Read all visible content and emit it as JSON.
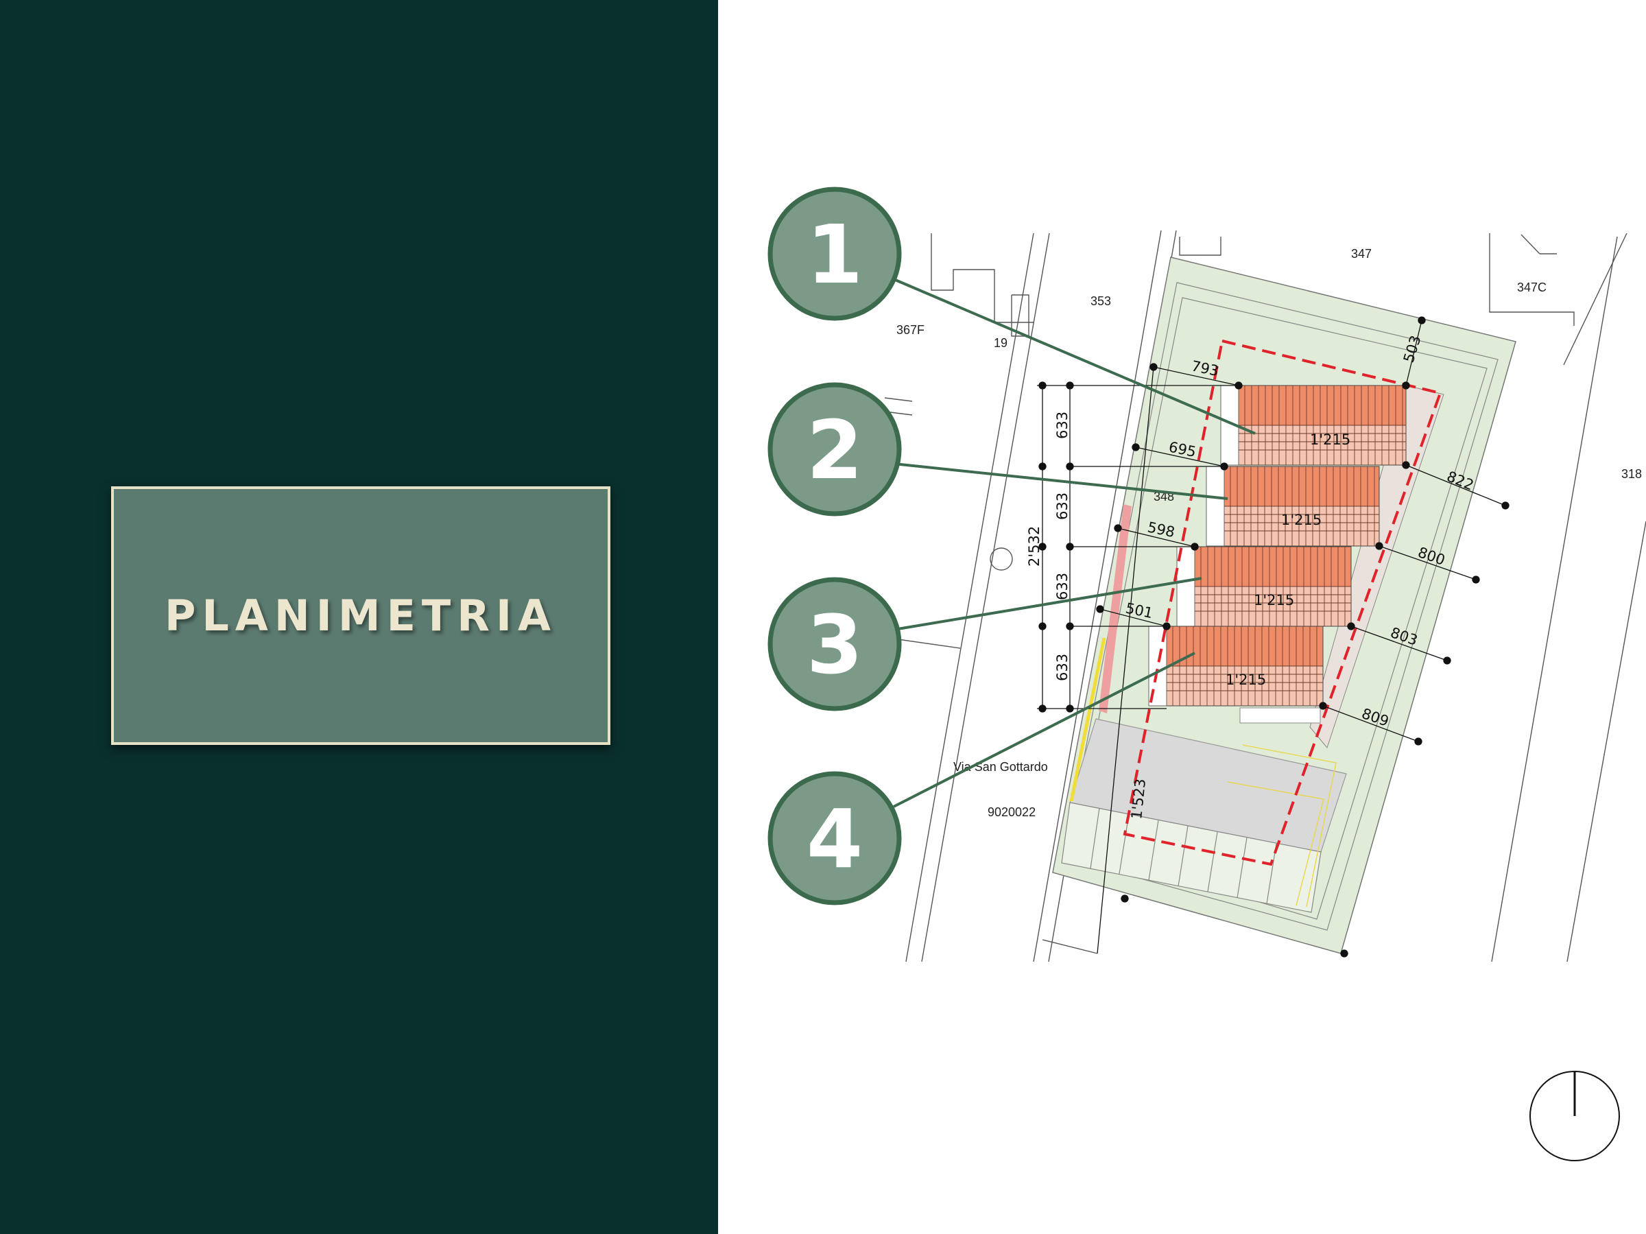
{
  "title": "PLANIMETRIA",
  "colors": {
    "panel_background": "#0a302e",
    "title_box": "#5c7b70",
    "title_border": "#e6e2c6",
    "badge_fill": "#7b9a88",
    "badge_border": "#3c6a4c",
    "green_area": "#e1ecd8",
    "roof_orange": "#ef8c68",
    "roof_pink": "#f6c5b2",
    "boundary_red": "#e0232a"
  },
  "callouts": [
    "1",
    "2",
    "3",
    "4"
  ],
  "dimensions": {
    "unit_depths": [
      "1'215",
      "1'215",
      "1'215",
      "1'215"
    ],
    "left_offsets": [
      "793",
      "695",
      "598",
      "501"
    ],
    "right_offsets": [
      "503",
      "822",
      "800",
      "803",
      "809"
    ],
    "unit_widths": [
      "633",
      "633",
      "633",
      "633"
    ],
    "total_width": "2'532",
    "lot_length": "1'523"
  },
  "parcels": {
    "p347": "347",
    "p347c": "347C",
    "p353": "353",
    "p367f": "367F",
    "p19": "19",
    "p318": "318",
    "p348": "348",
    "p9020022": "9020022"
  },
  "street": "Via San Gottardo",
  "north_arrow": "north-arrow-icon"
}
